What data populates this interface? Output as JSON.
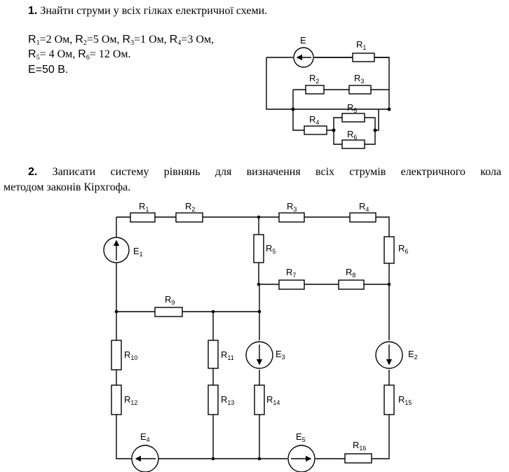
{
  "task1": {
    "number": "1.",
    "title": "Знайти струми у всіх гілках електричної схеми.",
    "params": {
      "r1_label": "R",
      "r1_sub": "1",
      "r1_val": "=2 Ом, ",
      "r2_label": "R",
      "r2_sub": "2",
      "r2_val": "=5 Ом, ",
      "r3_label": "R",
      "r3_sub": "3",
      "r3_val": "=1 Ом, ",
      "r4_label": "R",
      "r4_sub": "4",
      "r4_val": "=3 Ом,",
      "r5_label": "R",
      "r5_sub": "5",
      "r5_val": "= 4 Ом, ",
      "r6_label": "R",
      "r6_sub": "6",
      "r6_val": "= 12 Ом.",
      "e_text": "E=50 В."
    },
    "circuit": {
      "e_label": "E",
      "r1": "R",
      "r1_sub": "1",
      "r2": "R",
      "r2_sub": "2",
      "r3": "R",
      "r3_sub": "3",
      "r4": "R",
      "r4_sub": "4",
      "r5": "R",
      "r5_sub": "5",
      "r6": "R",
      "r6_sub": "6"
    }
  },
  "task2": {
    "number": "2.",
    "text_line1": "Записати систему рівнянь для визначення всіх струмів електричного кола",
    "text_line2": "методом законів Кірхгофа.",
    "circuit": {
      "e1": "E",
      "e1_sub": "1",
      "e2": "E",
      "e2_sub": "2",
      "e3": "E",
      "e3_sub": "3",
      "e4": "E",
      "e4_sub": "4",
      "e5": "E",
      "e5_sub": "5",
      "r1": "R",
      "r1_sub": "1",
      "r2": "R",
      "r2_sub": "2",
      "r3": "R",
      "r3_sub": "3",
      "r4": "R",
      "r4_sub": "4",
      "r5": "R",
      "r5_sub": "5",
      "r6": "R",
      "r6_sub": "6",
      "r7": "R",
      "r7_sub": "7",
      "r8": "R",
      "r8_sub": "8",
      "r9": "R",
      "r9_sub": "9",
      "r10": "R",
      "r10_sub": "10",
      "r11": "R",
      "r11_sub": "11",
      "r12": "R",
      "r12_sub": "12",
      "r13": "R",
      "r13_sub": "13",
      "r14": "R",
      "r14_sub": "14",
      "r15": "R",
      "r15_sub": "15",
      "r16": "R",
      "r16_sub": "16"
    }
  }
}
